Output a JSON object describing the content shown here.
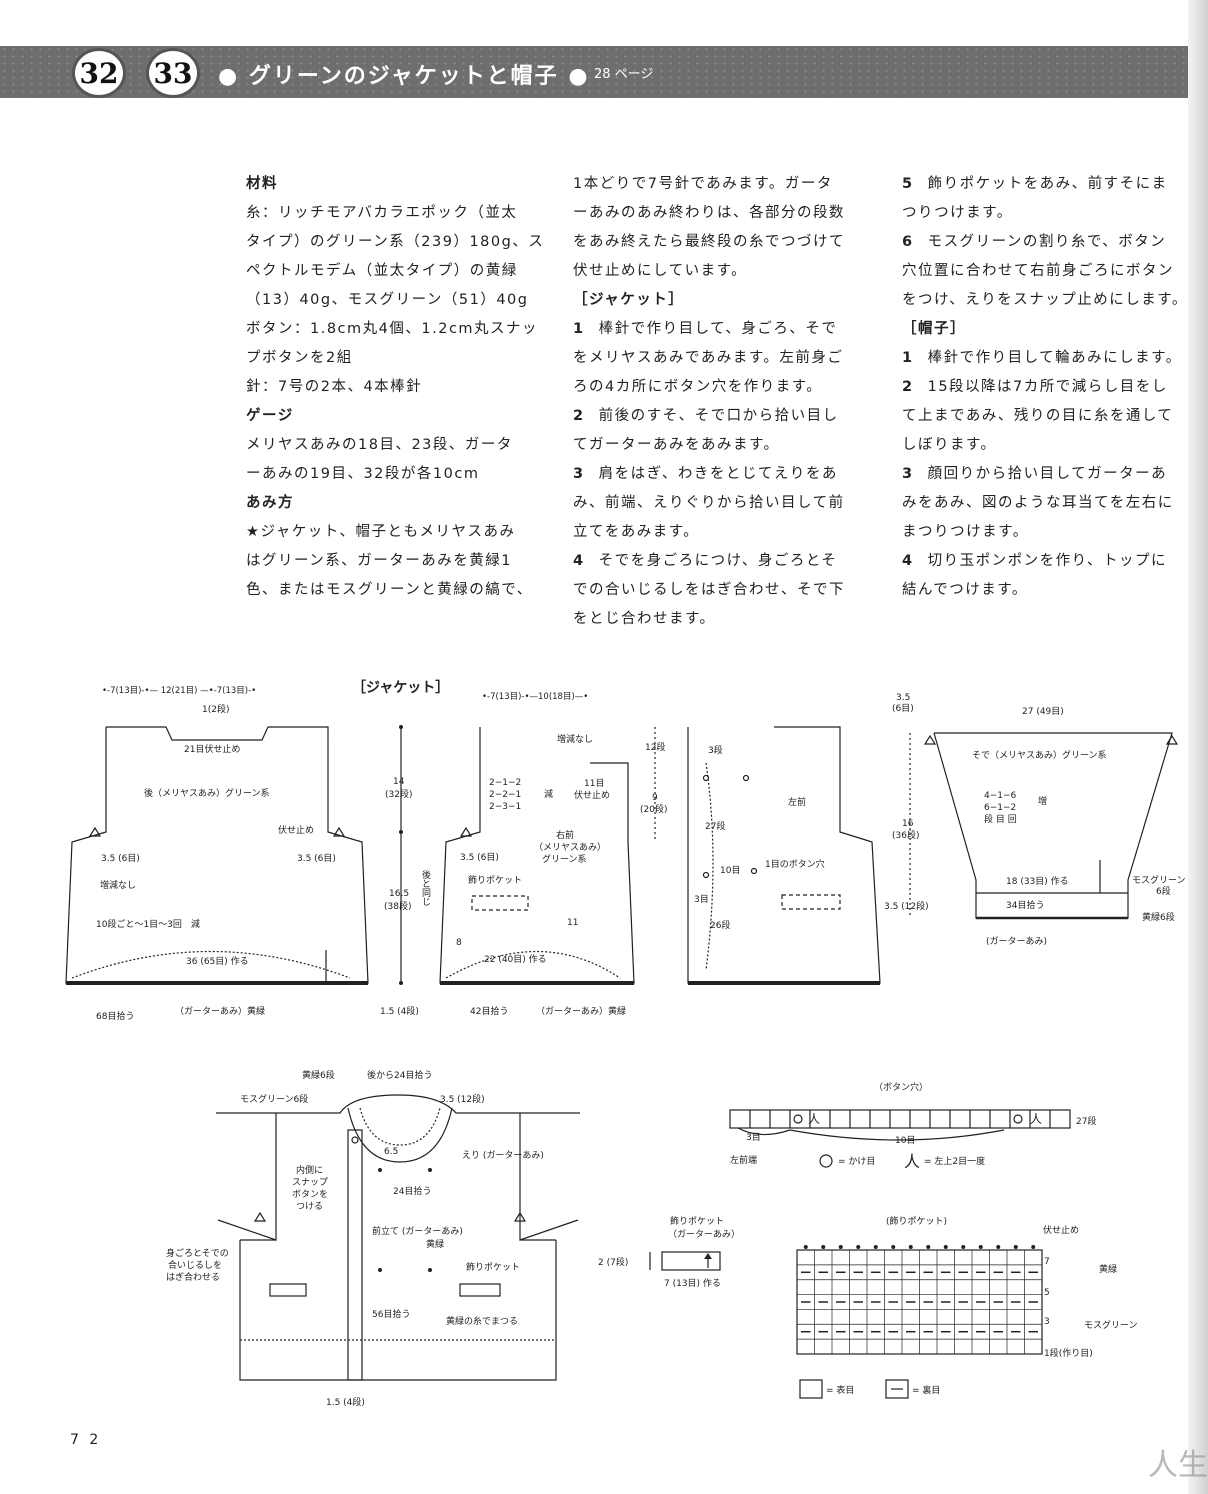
{
  "header": {
    "num1": "32",
    "num2": "33",
    "title": "● グリーンのジャケットと帽子 ●",
    "page_ref": "28 ページ"
  },
  "col1": {
    "materials_heading": "材料",
    "lines": [
      "糸：リッチモアバカラエポック（並太",
      "タイプ）のグリーン系（239）180g、ス",
      "ペクトルモデム（並太タイプ）の黄緑",
      "（13）40g、モスグリーン（51）40g",
      "ボタン：1.8cm丸4個、1.2cm丸スナッ",
      "プボタンを2組",
      "針：7号の2本、4本棒針"
    ],
    "gauge_heading": "ゲージ",
    "gauge_lines": [
      "メリヤスあみの18目、23段、ガータ",
      "ーあみの19目、32段が各10cm"
    ],
    "method_heading": "あみ方",
    "method_lines": [
      "★ジャケット、帽子ともメリヤスあみ",
      "はグリーン系、ガーターあみを黄緑1",
      "色、またはモスグリーンと黄緑の縞で、"
    ]
  },
  "col2": {
    "intro": [
      "1本どりで7号針であみます。ガータ",
      "ーあみのあみ終わりは、各部分の段数",
      "をあみ終えたら最終段の糸でつづけて",
      "伏せ止めにしています。"
    ],
    "jacket_heading": "［ジャケット］",
    "steps": [
      {
        "n": "1",
        "lines": [
          "棒針で作り目して、身ごろ、そで",
          "をメリヤスあみであみます。左前身ご",
          "ろの4カ所にボタン穴を作ります。"
        ]
      },
      {
        "n": "2",
        "lines": [
          "前後のすそ、そで口から拾い目し",
          "てガーターあみをあみます。"
        ]
      },
      {
        "n": "3",
        "lines": [
          "肩をはぎ、わきをとじてえりをあ",
          "み、前端、えりぐりから拾い目して前",
          "立てをあみます。"
        ]
      },
      {
        "n": "4",
        "lines": [
          "そでを身ごろにつけ、身ごろとそ",
          "での合いじるしをはぎ合わせ、そで下",
          "をとじ合わせます。"
        ]
      }
    ]
  },
  "col3": {
    "steps_a": [
      {
        "n": "5",
        "lines": [
          "飾りポケットをあみ、前すそにま",
          "つりつけます。"
        ]
      },
      {
        "n": "6",
        "lines": [
          "モスグリーンの割り糸で、ボタン",
          "穴位置に合わせて右前身ごろにボタン",
          "をつけ、えりをスナップ止めにします。"
        ]
      }
    ],
    "hat_heading": "［帽子］",
    "steps_b": [
      {
        "n": "1",
        "lines": [
          "棒針で作り目して輪あみにします。"
        ]
      },
      {
        "n": "2",
        "lines": [
          "15段以降は7カ所で減らし目をし",
          "て上まであみ、残りの目に糸を通して",
          "しぼります。"
        ]
      },
      {
        "n": "3",
        "lines": [
          "顔回りから拾い目してガーターあ",
          "みをあみ、図のような耳当てを左右に",
          "まつりつけます。"
        ]
      },
      {
        "n": "4",
        "lines": [
          "切り玉ポンポンを作り、トップに",
          "結んでつけます。"
        ]
      }
    ]
  },
  "diagrams": {
    "jacket_title": "［ジャケット］",
    "back": {
      "top_dims": "•-7(13目)-•— 12(21目) —•-7(13目)-•",
      "neck_rows": "1(2段)",
      "neck_bind": "21目伏せ止め",
      "label": "後（メリヤスあみ）グリーン系",
      "shoulder_bind": "伏せ止め",
      "arm_left": "3.5 (6目)",
      "arm_right": "3.5 (6目)",
      "no_change": "増減なし",
      "dec": "10段ごと〜1目〜3回　減",
      "cast_on": "36 (65目) 作る",
      "pickup": "68目拾う",
      "garter": "（ガーターあみ）黄緑",
      "h1": "14",
      "h1r": "(32段)",
      "h2": "16.5",
      "h2r": "(38段)",
      "h3": "1.5 (4段)"
    },
    "right_front": {
      "top_dims": "•-7(13目)-•—10(18目)—•",
      "no_change": "増減なし",
      "dec_lines": [
        "2−1−2",
        "2−2−1",
        "2−3−1"
      ],
      "dec_label": "減",
      "bind": "11目",
      "bind2": "伏せ止め",
      "label": [
        "右前",
        "（メリヤスあみ）",
        "グリーン系"
      ],
      "arm": "3.5 (6目)",
      "pocket": "飾りポケット",
      "side_mark": "後と同じ",
      "w11": "11",
      "h8": "8",
      "cast_on": "22 (40目) 作る",
      "pickup": "42目拾う",
      "garter": "（ガーターあみ）黄緑",
      "r12": "12段",
      "r9": "9",
      "r9b": "(20段)"
    },
    "left_front": {
      "r3": "3段",
      "label": "左前",
      "r27": "27段",
      "btn": "10目",
      "btn_label": "1目のボタン穴",
      "r3b": "3目",
      "r26": "26段"
    },
    "sleeve": {
      "top_left": "3.5",
      "top_left2": "(6目)",
      "top": "27 (49目)",
      "label": "そで（メリヤスあみ）グリーン系",
      "inc_lines": [
        "4−1−6",
        "6−1−2"
      ],
      "inc_label": "増",
      "inc_label2": "段 目 回",
      "h16": "16",
      "h16r": "(36段)",
      "h35": "3.5 (12段)",
      "cast_on": "18 (33目) 作る",
      "pickup": "34目拾う",
      "moss": "モスグリーン",
      "moss_r": "6段",
      "yellow": "黄緑6段",
      "garter": "(ガーターあみ)"
    },
    "assembly": {
      "yellow6": "黄緑6段",
      "moss6": "モスグリーン6段",
      "back_pick": "後から24目拾う",
      "r35": "3.5 (12段)",
      "w65": "6.5",
      "collar": "えり (ガーターあみ)",
      "snap": [
        "内側に",
        "スナップ",
        "ボタンを",
        "つける"
      ],
      "pick24": "24目拾う",
      "band": "前立て (ガーターあみ)",
      "band2": "黄緑",
      "pocket": "飾りポケット",
      "seam": [
        "身ごろとそでの",
        "合いじるしを",
        "はぎ合わせる"
      ],
      "pick56": "56目拾う",
      "sew": "黄緑の糸でまつる",
      "r15": "1.5 (4段)"
    },
    "buttonhole": {
      "title": "（ボタン穴）",
      "r27": "27段",
      "m3": "3目",
      "m10": "10目",
      "edge": "左前端",
      "legend_o": "= かけ目",
      "legend_k": "= 左上2目一度"
    },
    "pocket_small": {
      "title1": "飾りポケット",
      "title2": "（ガーターあみ）",
      "h": "2 (7段)",
      "w": "7 (13目) 作る"
    },
    "pocket_chart": {
      "title": "(飾りポケット)",
      "bind": "伏せ止め",
      "r7": "7",
      "r5": "5",
      "r3": "3",
      "r1": "1段(作り目)",
      "yellow": "黄緑",
      "moss": "モスグリーン",
      "legend_front": "= 表目",
      "legend_back": "= 裏目"
    }
  },
  "page_number": "7 2",
  "watermark": "人生"
}
